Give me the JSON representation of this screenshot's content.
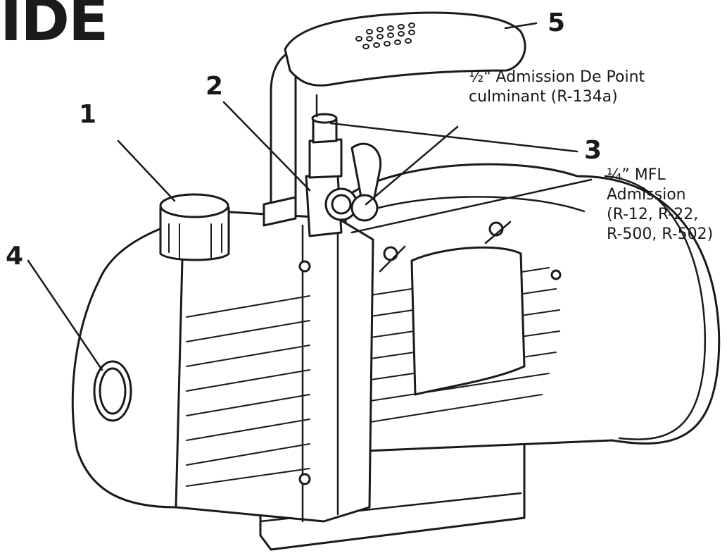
{
  "heading": "IDE",
  "callouts": {
    "c1": "1",
    "c2": "2",
    "c3": "3",
    "c4": "4",
    "c5": "5"
  },
  "labels": {
    "half_inch_intake": [
      "½\" Admission De Point",
      "culminant (R-134a)"
    ],
    "quarter_inch_intake": [
      "¼” MFL",
      "Admission",
      "(R-12, R-22,",
      "R-500, R-502)"
    ]
  },
  "colors": {
    "ink": "#1a1a1a",
    "paper": "#ffffff"
  }
}
